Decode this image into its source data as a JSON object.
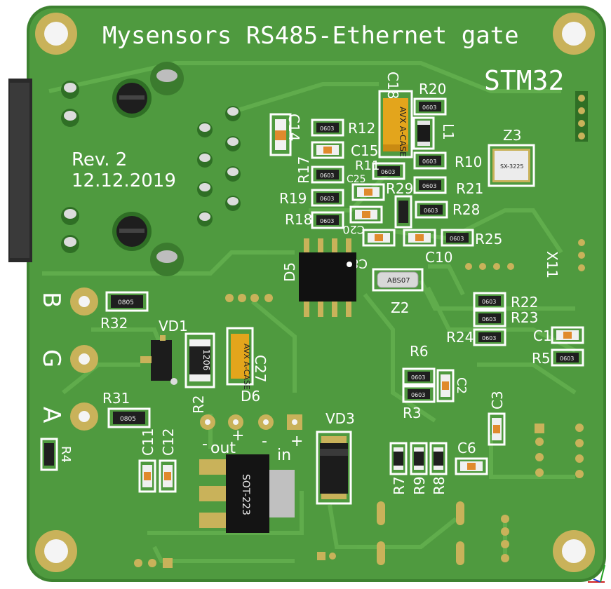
{
  "board": {
    "title": "Mysensors RS485-Ethernet gate",
    "mcu": "STM32",
    "revision": "Rev. 2",
    "date": "12.12.2019"
  },
  "terminals": {
    "b": "B",
    "g": "G",
    "a": "A"
  },
  "power_labels": {
    "out": "out",
    "in": "in",
    "minus1": "-",
    "plus1": "+",
    "minus2": "-",
    "plus2": "+"
  },
  "designators": {
    "c14": "C14",
    "c18": "C18",
    "r20": "R20",
    "r12": "R12",
    "l1": "L1",
    "z3": "Z3",
    "c15": "C15",
    "r11": "R11",
    "r10": "R10",
    "r17": "R17",
    "c25": "C25",
    "r29": "R29",
    "r21": "R21",
    "r19": "R19",
    "r28": "R28",
    "r18": "R18",
    "c20": "C20",
    "c8": "C8",
    "c10": "C10",
    "r25": "R25",
    "x11": "X11",
    "d5": "D5",
    "z2": "Z2",
    "r22": "R22",
    "r23": "R23",
    "r24": "R24",
    "c1": "C1",
    "r5": "R5",
    "r32": "R32",
    "vd1": "VD1",
    "c27": "C27",
    "d6": "D6",
    "r6": "R6",
    "c2": "C2",
    "r3": "R3",
    "r2": "R2",
    "r31": "R31",
    "c3": "C3",
    "vd3": "VD3",
    "r4": "R4",
    "c11": "C11",
    "c12": "C12",
    "c6": "C6",
    "r7": "R7",
    "r9": "R9",
    "r8": "R8"
  },
  "package_labels": {
    "z3": "SX-3225",
    "z2": "ABS07",
    "sot": "SOT-223",
    "tant": "AVX A-CASE",
    "r1206": "1206",
    "r0805": "0805",
    "r0603": "0603"
  },
  "colors": {
    "board": "#4f9a3f",
    "copper": "#5aa647",
    "silk": "#ffffff",
    "gold": "#c9b25a",
    "tantalum": "#e3a51c"
  }
}
